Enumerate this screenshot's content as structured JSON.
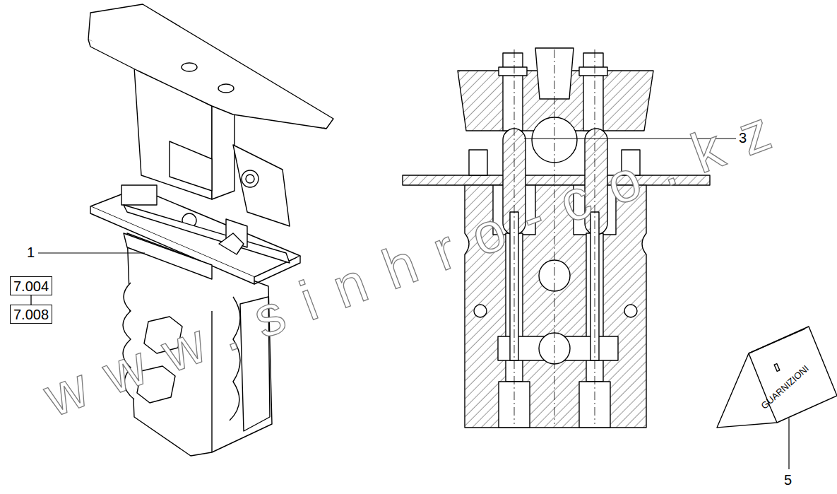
{
  "diagram": {
    "nodes": [
      {
        "text": [
          "7.004"
        ]
      },
      {
        "text": [
          "7.008"
        ]
      }
    ],
    "edges": [
      {
        "from": 0,
        "to": 1,
        "arrow": "none"
      }
    ],
    "labels": [
      "1",
      "3",
      "5",
      "GUARNIZIONI",
      "www.sinhro-co.kz"
    ]
  }
}
